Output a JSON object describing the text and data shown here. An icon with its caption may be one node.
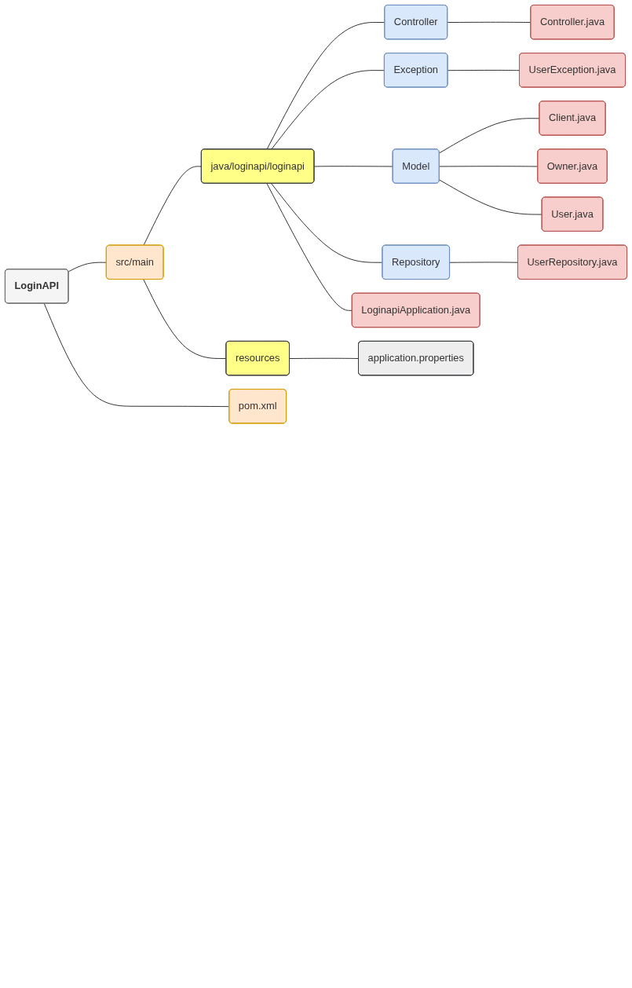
{
  "diagram": {
    "nodes": [
      {
        "text": [
          "LoginAPI"
        ]
      },
      {
        "text": [
          "src/main"
        ]
      },
      {
        "text": [
          "java/loginapi/loginapi"
        ]
      },
      {
        "text": [
          "Controller"
        ]
      },
      {
        "text": [
          "Controller.java"
        ]
      },
      {
        "text": [
          "Exception"
        ]
      },
      {
        "text": [
          "UserException.java"
        ]
      },
      {
        "text": [
          "Model"
        ]
      },
      {
        "text": [
          "Client.java"
        ]
      },
      {
        "text": [
          "Owner.java"
        ]
      },
      {
        "text": [
          "User.java"
        ]
      },
      {
        "text": [
          "Repository"
        ]
      },
      {
        "text": [
          "UserRepository.java"
        ]
      },
      {
        "text": [
          "LoginapiApplication.java"
        ]
      },
      {
        "text": [
          "resources"
        ]
      },
      {
        "text": [
          "application.properties"
        ]
      },
      {
        "text": [
          "pom.xml"
        ]
      }
    ],
    "edges": [
      {
        "from": 0,
        "to": 1,
        "arrow": "none"
      },
      {
        "from": 1,
        "to": 2,
        "arrow": "none"
      },
      {
        "from": 2,
        "to": 3,
        "arrow": "none"
      },
      {
        "from": 3,
        "to": 4,
        "arrow": "none"
      },
      {
        "from": 2,
        "to": 5,
        "arrow": "none"
      },
      {
        "from": 5,
        "to": 6,
        "arrow": "none"
      },
      {
        "from": 2,
        "to": 7,
        "arrow": "none"
      },
      {
        "from": 7,
        "to": 8,
        "arrow": "none"
      },
      {
        "from": 7,
        "to": 9,
        "arrow": "none"
      },
      {
        "from": 7,
        "to": 10,
        "arrow": "none"
      },
      {
        "from": 2,
        "to": 11,
        "arrow": "none"
      },
      {
        "from": 11,
        "to": 12,
        "arrow": "none"
      },
      {
        "from": 2,
        "to": 13,
        "arrow": "none"
      },
      {
        "from": 1,
        "to": 14,
        "arrow": "none"
      },
      {
        "from": 14,
        "to": 15,
        "arrow": "none"
      },
      {
        "from": 0,
        "to": 16,
        "arrow": "none"
      }
    ]
  }
}
